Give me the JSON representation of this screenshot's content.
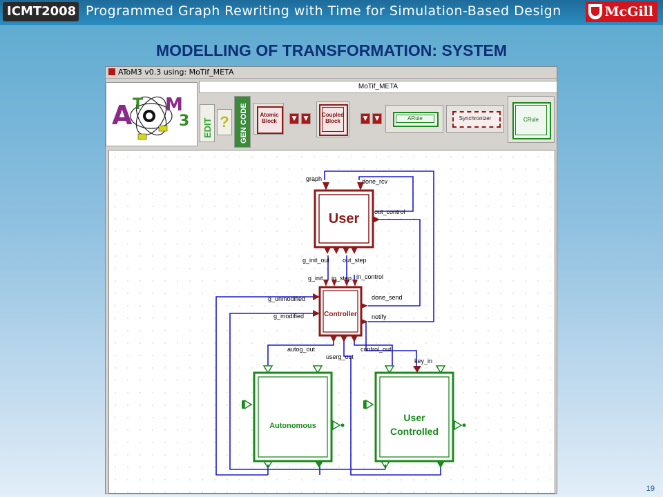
{
  "header": {
    "conference_badge": "ICMT2008",
    "deck_title": "Programmed Graph Rewriting with Time for Simulation-Based Design",
    "university_logo": "McGill"
  },
  "slide": {
    "title": "MODELLING OF TRANSFORMATION: SYSTEM",
    "page_number": "19"
  },
  "window": {
    "title": "AToM3 v0.3 using: MoTif_META",
    "meta_model_name": "MoTif_META"
  },
  "toolbar": {
    "edit_label": "EDIT",
    "help_label": "?",
    "gen_code_label": "GEN CODE",
    "atomic_block_label": "Atomic Block",
    "coupled_block_label": "Coupled Block",
    "arule_label": "ARule",
    "synchronizer_label": "Synchronizer",
    "crule_label": "CRule"
  },
  "diagram": {
    "blocks": {
      "user": "User",
      "controller": "Controller",
      "autonomous": "Autonomous",
      "user_controlled_line1": "User",
      "user_controlled_line2": "Controlled"
    },
    "ports": {
      "graph": "graph",
      "done_rcv": "done_rcv",
      "out_control": "out_control",
      "g_init_out": "g_init_out",
      "out_step": "out_step",
      "g_init": "g_init",
      "in_step": "in_step",
      "in_control": "in_control",
      "g_unmodified": "g_unmodified",
      "done_send": "done_send",
      "g_modified": "g_modified",
      "notify": "notify",
      "autog_out": "autog_out",
      "userg_out": "userg_out",
      "control_out": "control_out",
      "key_in": "key_in"
    },
    "colors": {
      "coupled_block": "#8b1a1a",
      "atomic_block": "#1a8a1a",
      "connection": "#1a1ad0"
    }
  },
  "icons": [
    "atom3-logo",
    "app-icon",
    "arrow-down-icon",
    "mcgill-shield-icon"
  ]
}
